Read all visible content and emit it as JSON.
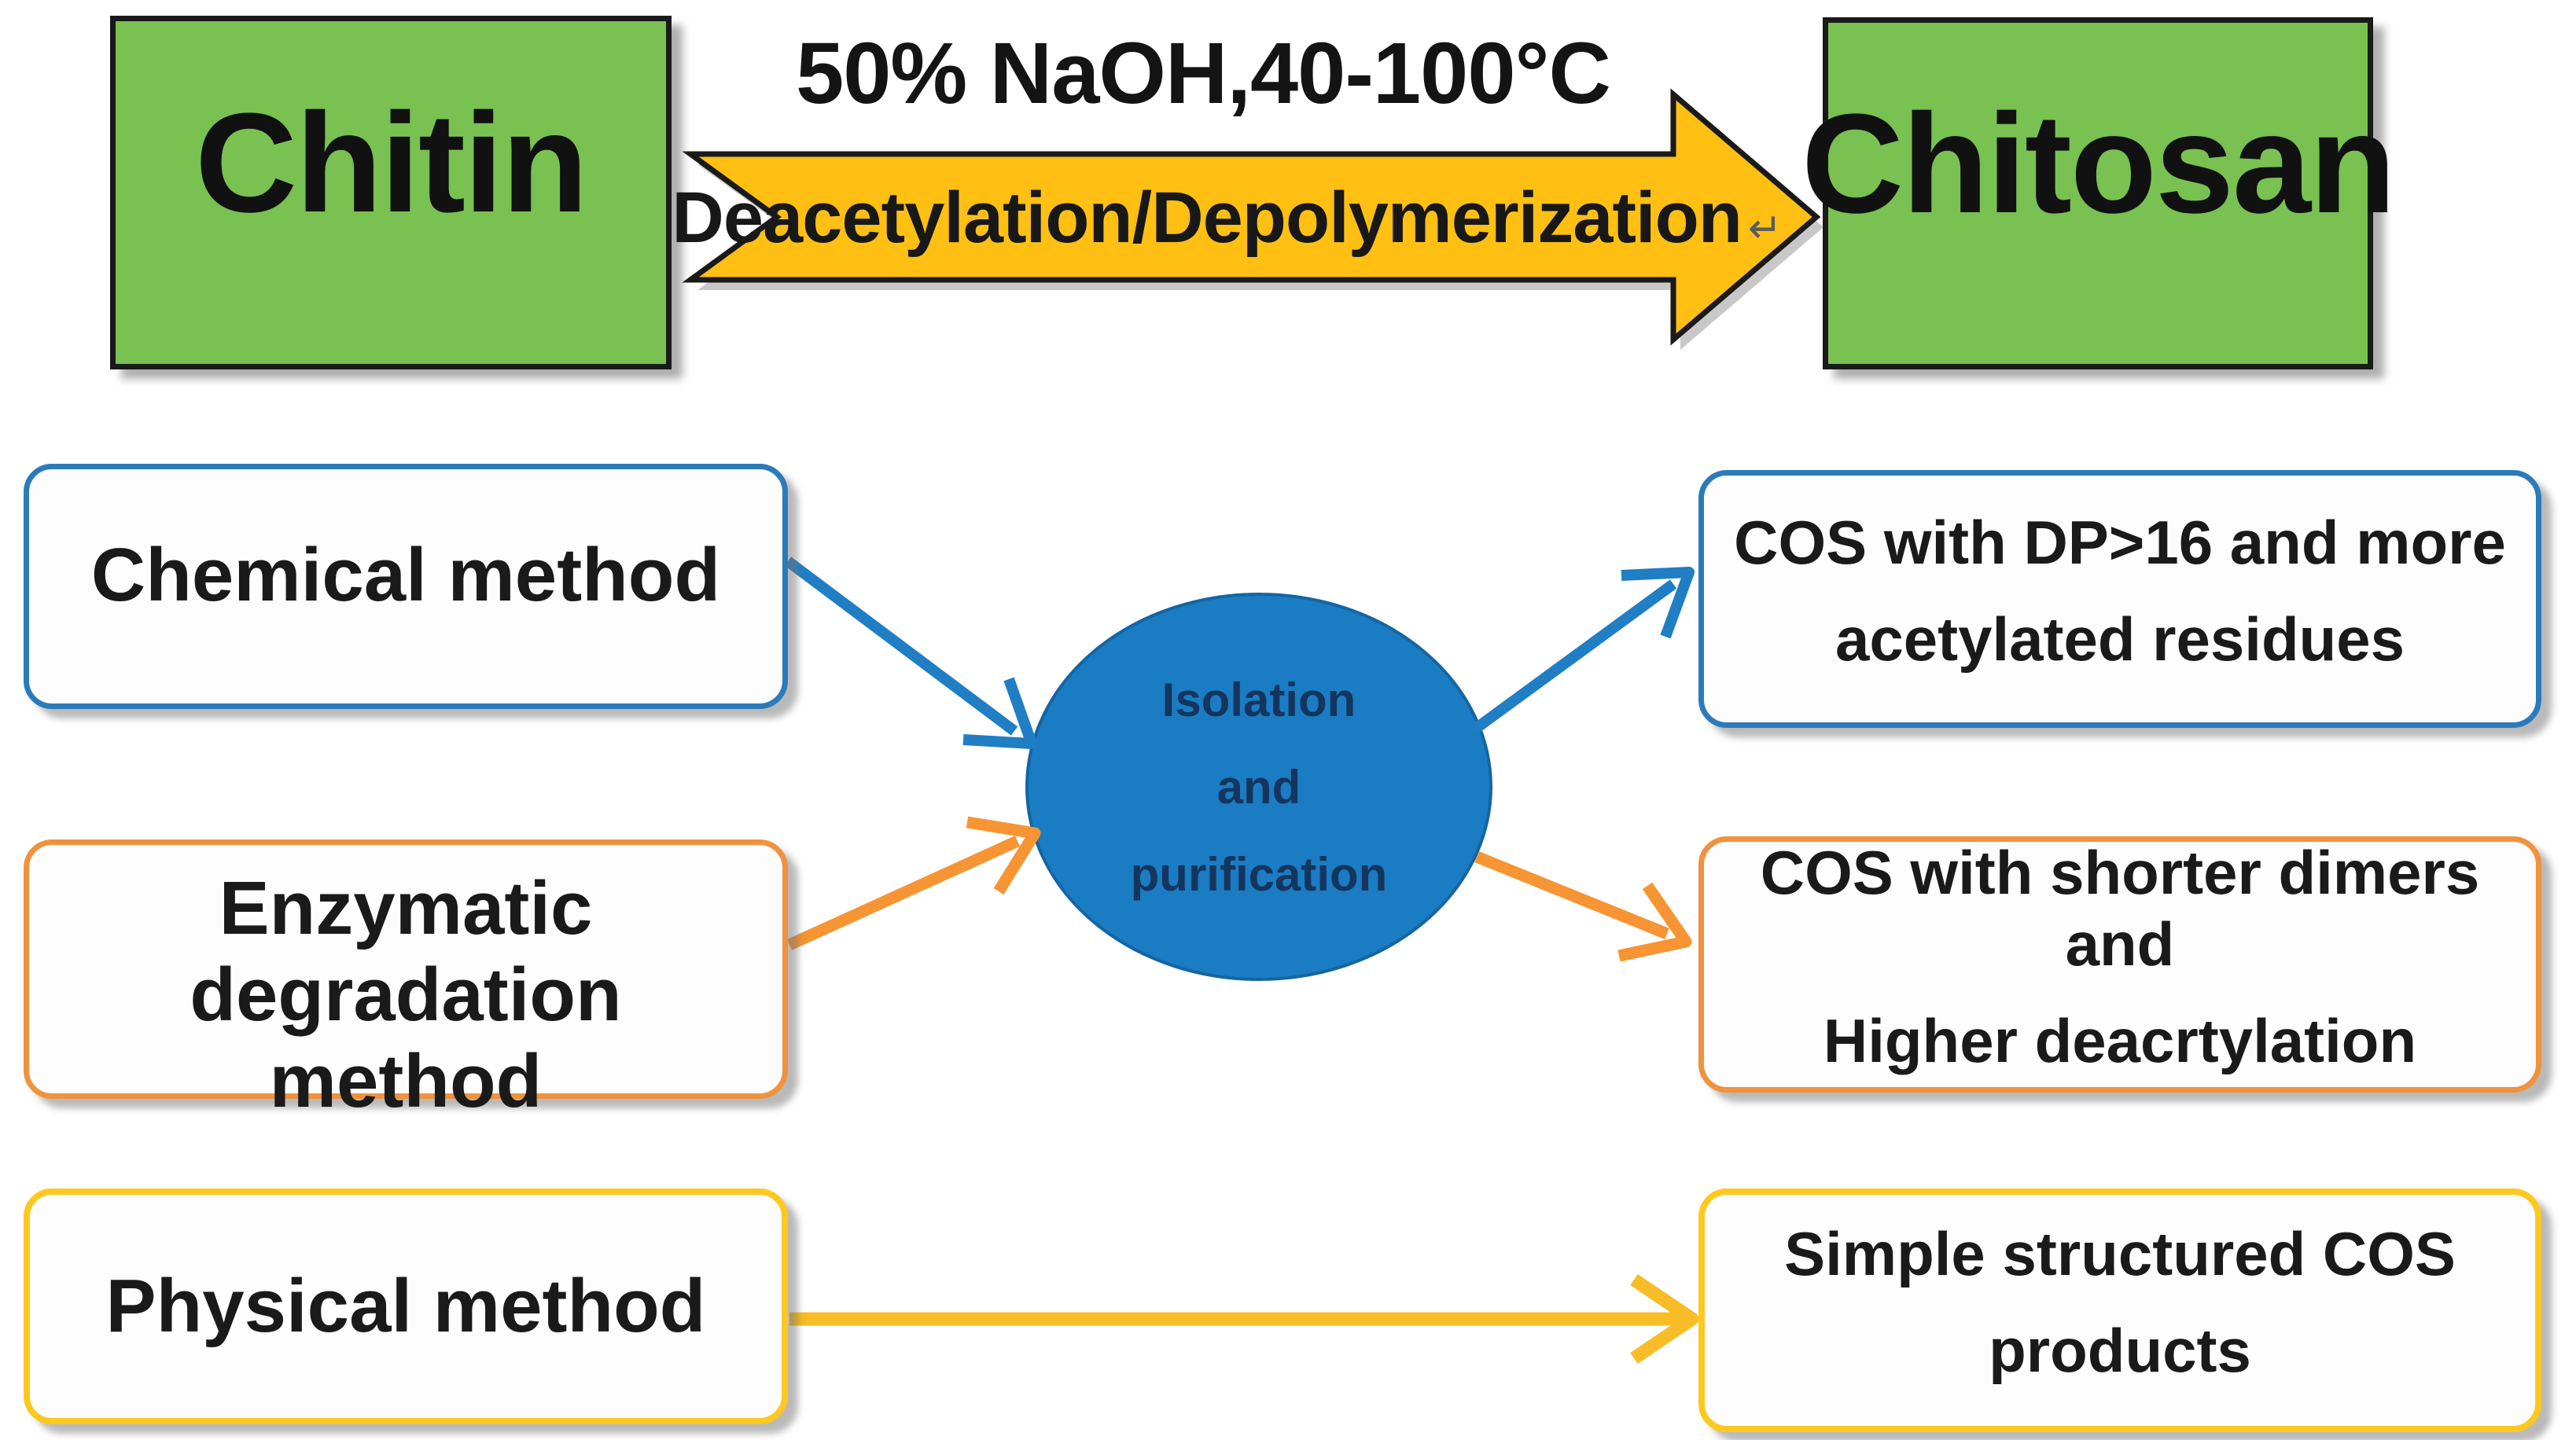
{
  "top": {
    "source": "Chitin",
    "condition": "50% NaOH,40-100°C",
    "process": "Deacetylation/Depolymerization",
    "paragraph_mark": "↵",
    "target": "Chitosan"
  },
  "center": {
    "line1": "Isolation",
    "line2": "and",
    "line3": "purification"
  },
  "methods": [
    {
      "label": "Chemical method"
    },
    {
      "line1": "Enzymatic degradation",
      "line2": "method"
    },
    {
      "label": "Physical method"
    }
  ],
  "products": [
    {
      "line1": "COS with DP>16 and more",
      "line2": "acetylated residues"
    },
    {
      "line1": "COS with shorter dimers and",
      "line2": "Higher deacrtylation"
    },
    {
      "line1": "Simple structured COS",
      "line2": "products"
    }
  ],
  "colors": {
    "green_box": "#79C151",
    "gold_arrow": "#FFC013",
    "blue_arrow": "#1F7EC4",
    "blue_border": "#2B7BB9",
    "orange": "#F0923E",
    "yellow": "#FFC81F",
    "ellipse_fill": "#1A7CC2",
    "ellipse_text": "#14355E",
    "text": "#1A1A1A"
  }
}
